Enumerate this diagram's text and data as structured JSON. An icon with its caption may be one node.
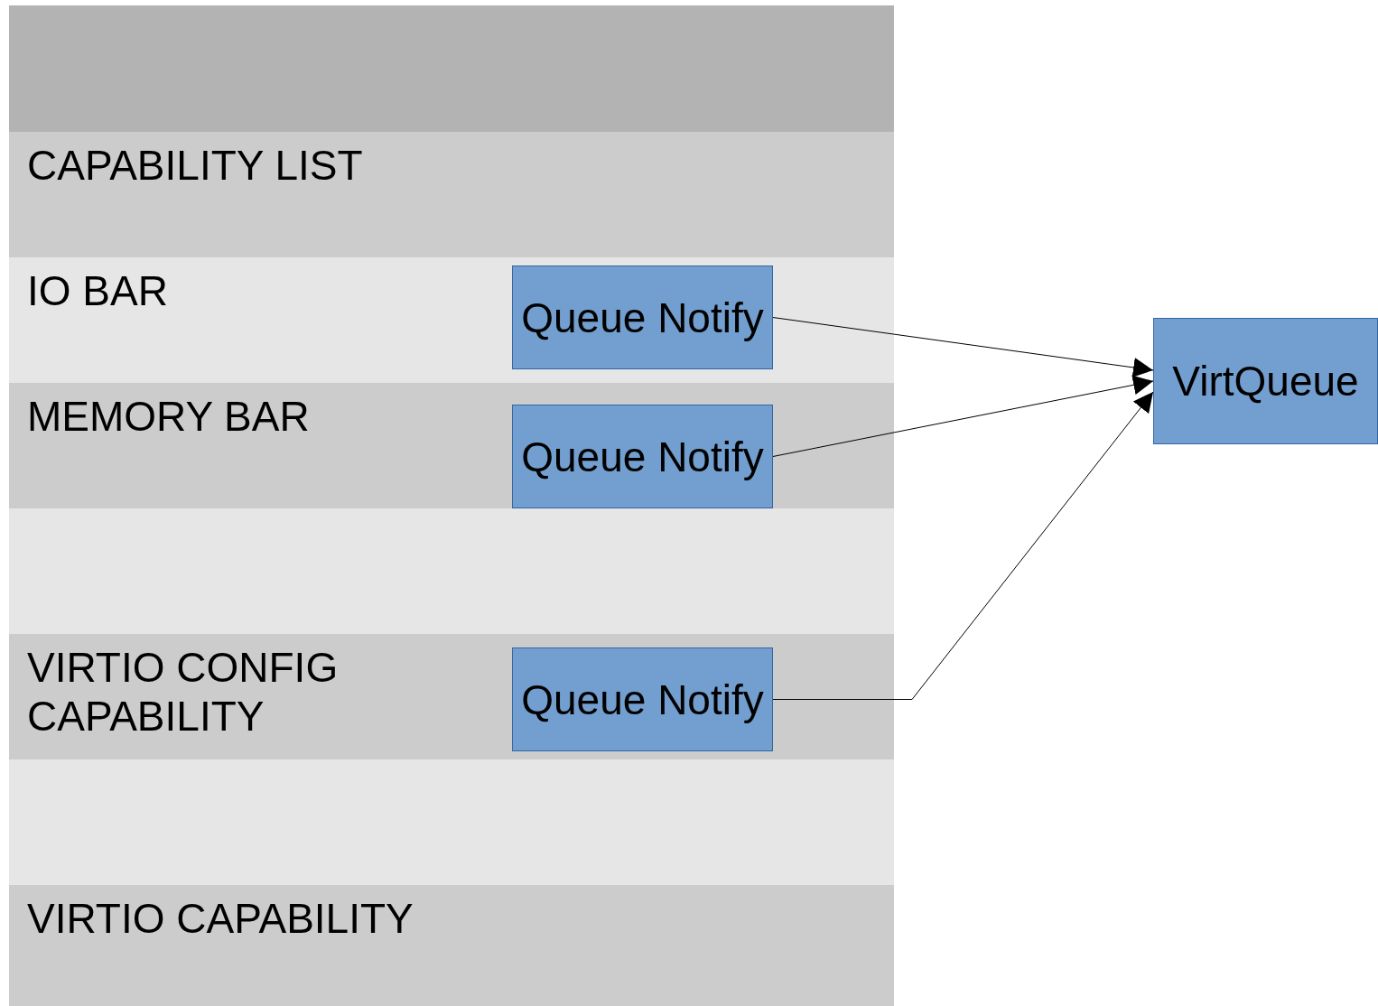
{
  "diagram": {
    "nodes": [
      {
        "text": [],
        "shape": "bar"
      },
      {
        "text": [
          "CAPABILITY LIST"
        ]
      },
      {
        "text": [
          "IO BAR"
        ]
      },
      {
        "text": [
          "Queue Notify"
        ],
        "in": 2
      },
      {
        "text": [
          "MEMORY BAR"
        ]
      },
      {
        "text": [
          "Queue Notify"
        ],
        "in": 4
      },
      {
        "text": [],
        "shape": "bar"
      },
      {
        "text": [
          "VIRTIO CONFIG CAPABILITY"
        ]
      },
      {
        "text": [
          "Queue Notify"
        ],
        "in": 7
      },
      {
        "text": [],
        "shape": "bar"
      },
      {
        "text": [
          "VIRTIO CAPABILITY"
        ]
      },
      {
        "text": [
          "VirtQueue"
        ]
      }
    ],
    "edges": [
      {
        "from": 3,
        "to": 11,
        "arrow": "to"
      },
      {
        "from": 5,
        "to": 11,
        "arrow": "to"
      },
      {
        "from": 8,
        "to": 11,
        "arrow": "to"
      }
    ]
  }
}
